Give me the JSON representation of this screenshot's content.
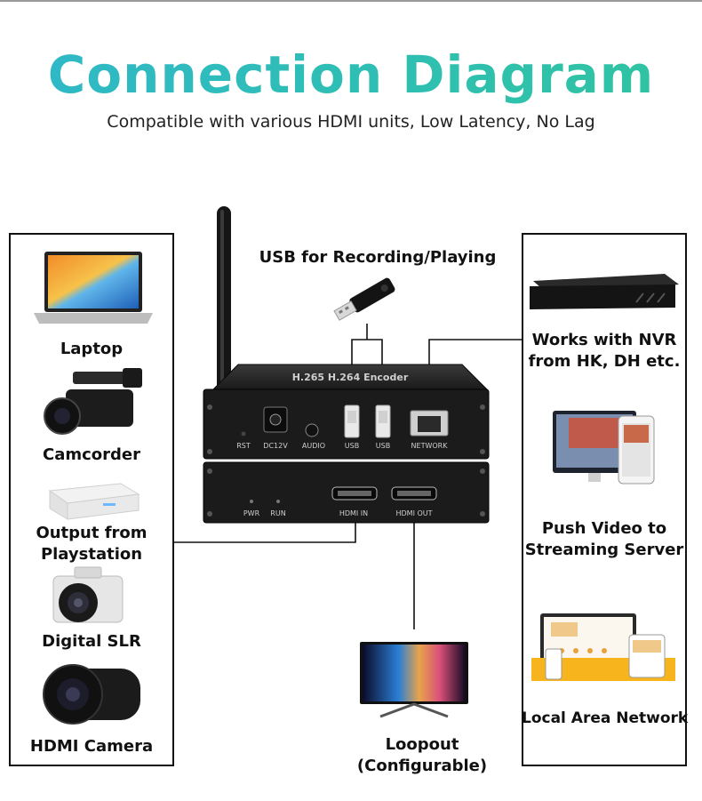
{
  "header": {
    "title": "Connection Diagram",
    "subtitle": "Compatible with various HDMI units, Low Latency, No Lag"
  },
  "inputs": [
    {
      "label": "Laptop",
      "icon": "laptop-icon"
    },
    {
      "label": "Camcorder",
      "icon": "camcorder-icon"
    },
    {
      "label": "Output from",
      "label2": "Playstation",
      "icon": "playstation-icon"
    },
    {
      "label": "Digital SLR",
      "icon": "dslr-camera-icon"
    },
    {
      "label": "HDMI Camera",
      "icon": "hdmi-camera-icon"
    }
  ],
  "outputs": [
    {
      "label": "Works with NVR",
      "label2": "from HK, DH etc.",
      "icon": "nvr-icon"
    },
    {
      "label": "Push Video to",
      "label2": "Streaming Server",
      "icon": "streaming-screens-icon"
    },
    {
      "label": "Local Area Network",
      "icon": "lan-screens-icon"
    }
  ],
  "usb": {
    "label": "USB for Recording/Playing",
    "icon": "usb-drive-icon"
  },
  "loopout": {
    "label": "Loopout",
    "label2": "(Configurable)",
    "icon": "monitor-icon"
  },
  "device": {
    "top_text": "H.265 H.264 Encoder",
    "back_ports": [
      "RST",
      "DC12V",
      "AUDIO",
      "USB",
      "USB",
      "NETWORK"
    ],
    "front_ports": [
      "PWR",
      "RUN",
      "HDMI IN",
      "HDMI OUT"
    ]
  },
  "colors": {
    "title_start": "#2fb8c9",
    "title_end": "#2fc4a0",
    "line": "#111111"
  }
}
